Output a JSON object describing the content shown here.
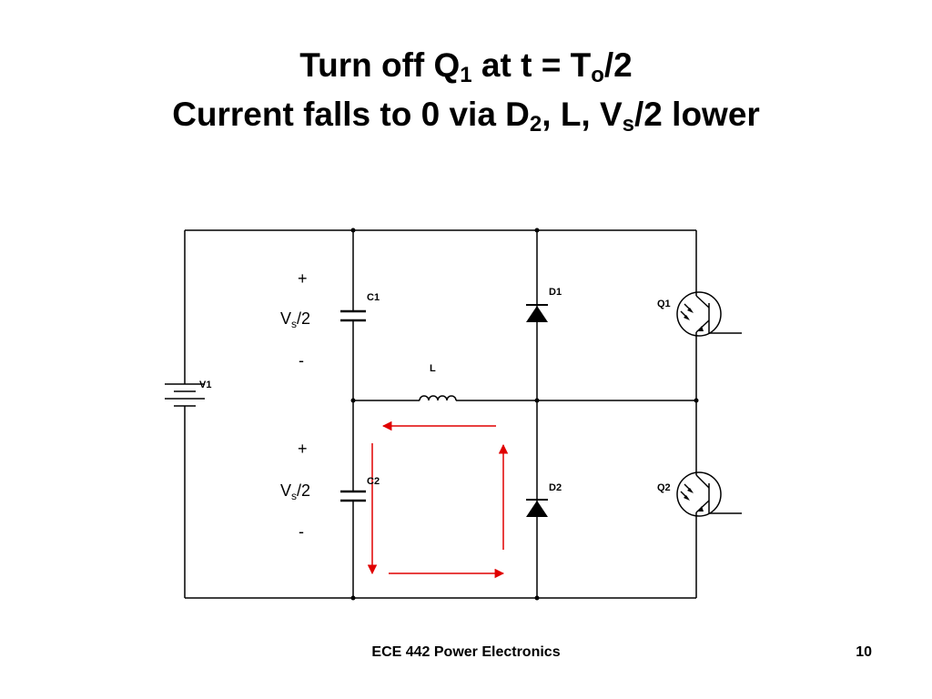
{
  "slide": {
    "title_line1": {
      "a": "Turn off Q",
      "sub1": "1",
      "b": " at t = T",
      "sub2": "o",
      "c": "/2"
    },
    "title_line2": {
      "a": "Current falls to 0 via D",
      "sub1": "2",
      "b": ", L, V",
      "sub2": "s",
      "c": "/2 lower"
    },
    "footer_course": "ECE 442 Power Electronics",
    "page_number": "10"
  },
  "circuit": {
    "labels": {
      "v1": "V1",
      "c1": "C1",
      "c2": "C2",
      "d1": "D1",
      "d2": "D2",
      "q1": "Q1",
      "q2": "Q2",
      "l": "L"
    },
    "cap_top": {
      "plus": "+",
      "v": "V",
      "sub": "s",
      "frac": "/2",
      "minus": "-"
    },
    "cap_bottom": {
      "plus": "+",
      "v": "V",
      "sub": "s",
      "frac": "/2",
      "minus": "-"
    },
    "wire_color": "#000000",
    "current_arrow_color": "#e00000"
  }
}
